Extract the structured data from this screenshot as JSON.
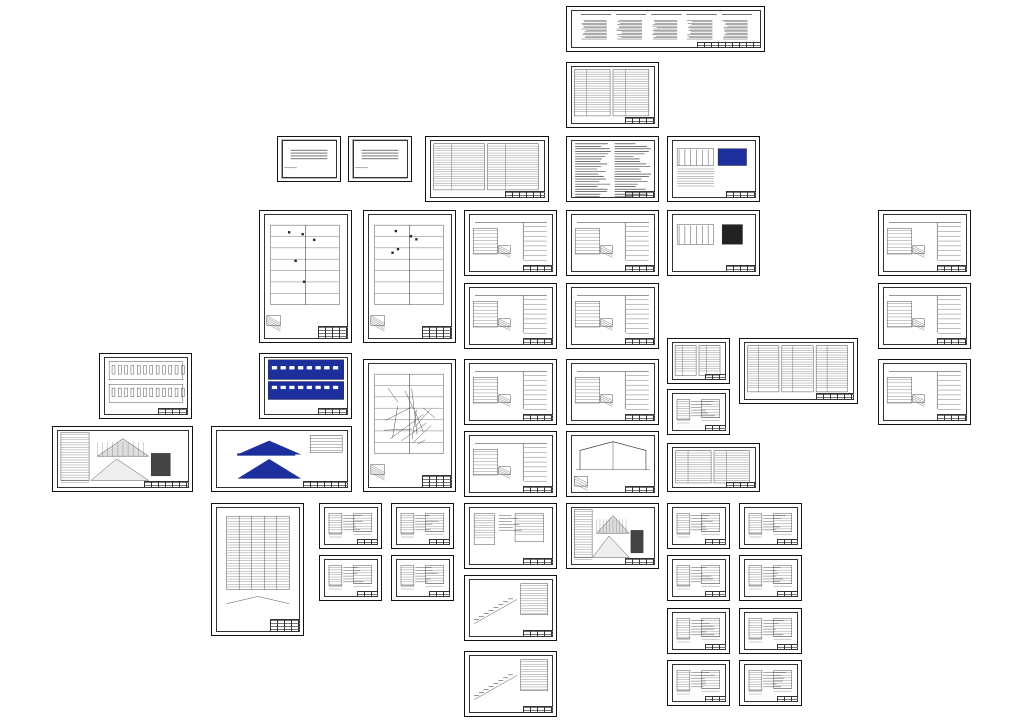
{
  "canvas": {
    "background": "#ffffff",
    "line_color": "#111111",
    "accent_blue": "#1c2f9c"
  },
  "sheets": [
    {
      "id": "geology-sections",
      "kind": "sections"
    },
    {
      "id": "general-notes",
      "kind": "text-table"
    },
    {
      "id": "cover-1",
      "kind": "cover"
    },
    {
      "id": "cover-2",
      "kind": "cover"
    },
    {
      "id": "drawing-list",
      "kind": "table"
    },
    {
      "id": "explanatory-note",
      "kind": "text"
    },
    {
      "id": "facades-color",
      "kind": "facade"
    },
    {
      "id": "plan-large-1",
      "kind": "plan"
    },
    {
      "id": "plan-large-2",
      "kind": "plan"
    },
    {
      "id": "plan-annex-1",
      "kind": "plan"
    },
    {
      "id": "plan-annex-2",
      "kind": "plan"
    },
    {
      "id": "sections-small",
      "kind": "section"
    },
    {
      "id": "plan-right-1",
      "kind": "plan"
    },
    {
      "id": "plan-right-2",
      "kind": "plan"
    },
    {
      "id": "plan-right-3",
      "kind": "plan"
    },
    {
      "id": "facade-elevations",
      "kind": "facade"
    },
    {
      "id": "facade-blue",
      "kind": "facade"
    },
    {
      "id": "roof-plan",
      "kind": "plan"
    },
    {
      "id": "spec-tables",
      "kind": "table"
    },
    {
      "id": "node-details",
      "kind": "detail"
    },
    {
      "id": "color-facades-3d",
      "kind": "facade"
    },
    {
      "id": "frame-section",
      "kind": "section"
    },
    {
      "id": "roof-panels",
      "kind": "plan"
    },
    {
      "id": "stair-details",
      "kind": "detail"
    },
    {
      "id": "wall-details",
      "kind": "detail"
    }
  ]
}
